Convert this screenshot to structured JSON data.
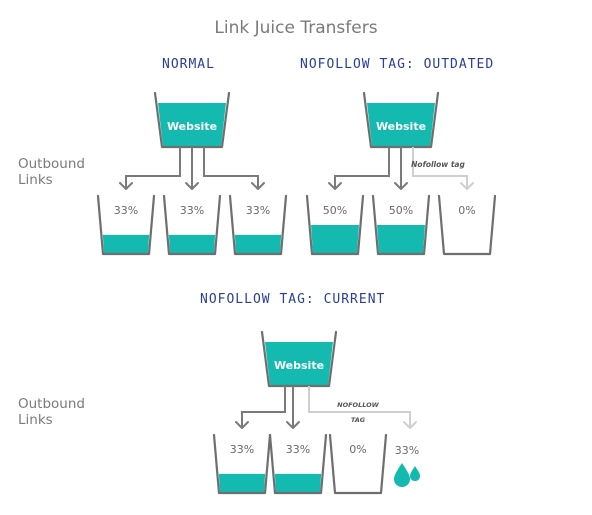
{
  "title": "Link Juice Transfers",
  "sections": {
    "normal": "NORMAL",
    "outdated": "NOFOLLOW TAG: OUTDATED",
    "current": "NOFOLLOW TAG: CURRENT"
  },
  "side_label": {
    "line1": "Outbound",
    "line2": "Links"
  },
  "website_label": "Website",
  "nofollow_tag_label": "Nofollow tag",
  "nofollow_label": {
    "line1": "NOFOLLOW",
    "line2": "TAG"
  },
  "diagrams": {
    "normal": [
      {
        "label": "33%",
        "fill": 0.33
      },
      {
        "label": "33%",
        "fill": 0.33
      },
      {
        "label": "33%",
        "fill": 0.33
      }
    ],
    "outdated": [
      {
        "label": "50%",
        "fill": 0.5
      },
      {
        "label": "50%",
        "fill": 0.5
      },
      {
        "label": "0%",
        "fill": 0
      }
    ],
    "current": [
      {
        "label": "33%",
        "fill": 0.33
      },
      {
        "label": "33%",
        "fill": 0.33
      },
      {
        "label": "0%",
        "fill": 0
      },
      {
        "label": "33%",
        "fill": 0
      }
    ]
  },
  "colors": {
    "water": "#14b9b0",
    "outline": "#6f6f6f",
    "arrow": "#7a7a7a",
    "faded": "#cfcfcf",
    "heading": "#2b3f99"
  }
}
